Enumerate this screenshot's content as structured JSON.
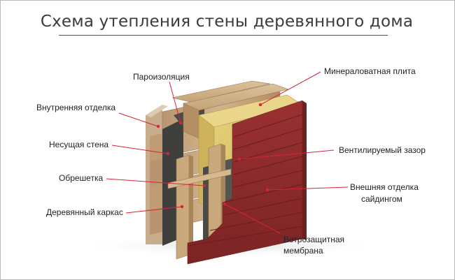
{
  "title": "Схема утепления стены деревянного дома",
  "labels": {
    "vapor_barrier": "Пароизоляция",
    "mineral_wool": "Минераловатная плита",
    "interior_finish": "Внутренняя отделка",
    "load_bearing_wall": "Несущая стена",
    "ventilated_gap": "Вентилируемый зазор",
    "battens": "Обрешетка",
    "exterior_finish_line1": "Внешняя отделка",
    "exterior_finish_line2": "сайдингом",
    "wooden_frame": "Деревянный каркас",
    "windproof_line1": "Ветрозащитная",
    "windproof_line2": "мембрана"
  },
  "colors": {
    "pointer": "#d8233a",
    "siding": "#8e2b2b",
    "wood": "#c9a87c",
    "wool": "#d9c26a",
    "membrane": "#4a4a46",
    "title": "#3b3b3b"
  }
}
